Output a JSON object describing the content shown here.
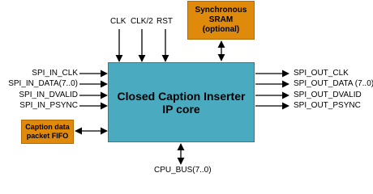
{
  "core": {
    "line1": "Closed Caption Inserter",
    "line2": "IP core"
  },
  "sram": {
    "line1": "Synchronous",
    "line2": "SRAM",
    "line3": "(optional)"
  },
  "fifo": {
    "line1": "Caption data",
    "line2": "packet FIFO"
  },
  "top_inputs": [
    "CLK",
    "CLK/2",
    "RST"
  ],
  "left_inputs": [
    "SPI_IN_CLK",
    "SPI_IN_DATA(7..0)",
    "SPI_IN_DVALID",
    "SPI_IN_PSYNC"
  ],
  "right_outputs": [
    "SPI_OUT_CLK",
    "SPI_OUT_DATA (7..0)",
    "SPI_OUT_DVALID",
    "SPI_OUT_PSYNC"
  ],
  "bottom_bus": "CPU_BUS(7..0)",
  "colors": {
    "core": "#4aaabf",
    "aux": "#e08a0c",
    "lines": "#000000"
  }
}
